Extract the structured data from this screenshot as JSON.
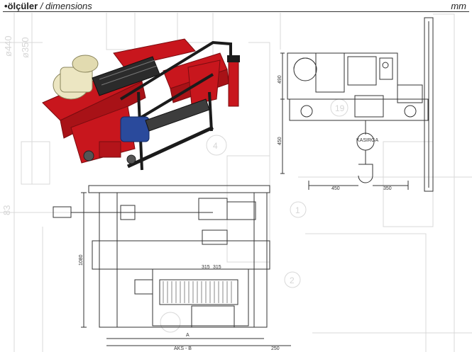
{
  "header": {
    "bullet": "•",
    "title_bold": "ölçüler",
    "title_sep": " / ",
    "title_italic": "dimensions",
    "unit": "mm"
  },
  "background_labels": {
    "dia440": "ø440",
    "dia350": "ø350",
    "d83": "83",
    "n4": "4",
    "n19": "19",
    "n1": "1",
    "n2": "2"
  },
  "side_view": {
    "dim_height_top": "490",
    "dim_height_bottom": "450",
    "dim_left": "450",
    "dim_right": "350",
    "brand_label": "KASIRGA"
  },
  "top_view": {
    "dim_height": "1080",
    "dim_a": "A",
    "dim_aks_b": "AKS - B",
    "dim_250": "250",
    "inner_label_1": "315",
    "inner_label_2": "315"
  },
  "colors": {
    "frame_red": "#c8161d",
    "motor_cream": "#ece6c2",
    "motor_blue": "#2a4a9c",
    "rail_black": "#1b1b1b",
    "line_dark": "#333333"
  }
}
